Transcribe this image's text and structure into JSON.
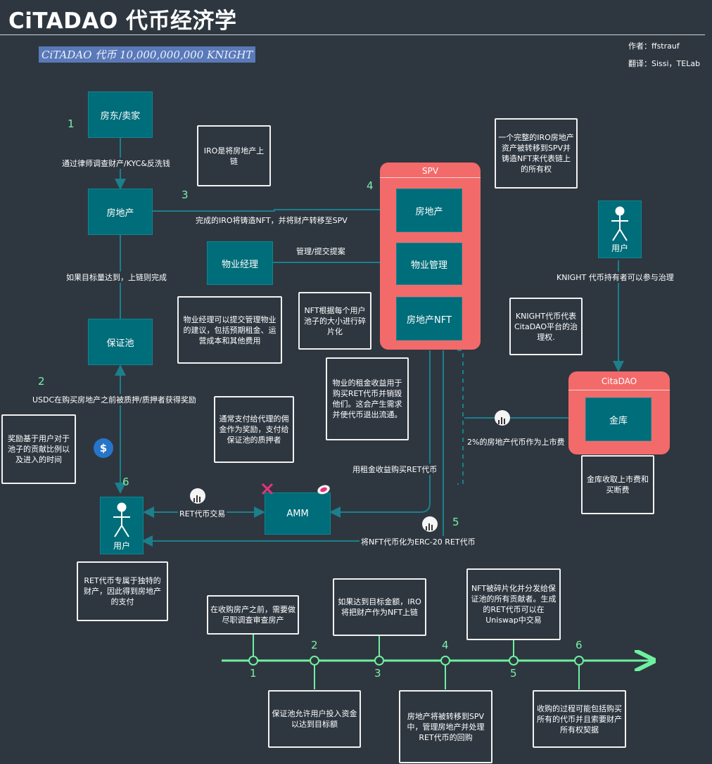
{
  "header": {
    "title": "CiTADAO 代币经济学",
    "subtitle": "CiTADAO  代币 10,000,000,000 KNIGHT",
    "author": "作者：ffstrauf",
    "translator": "翻译：Sissi，TELab"
  },
  "nodes": {
    "landlord": "房东/卖家",
    "real_estate": "房地产",
    "guarantee_pool": "保证池",
    "property_manager": "物业经理",
    "spv_title": "SPV",
    "spv_real_estate": "房地产",
    "spv_property_mgmt": "物业管理",
    "spv_nft": "房地产NFT",
    "amm": "AMM",
    "user_left": "用户",
    "user_right": "用户",
    "citadao_title": "CitaDAO",
    "treasury": "金库"
  },
  "steps": {
    "s1": "1",
    "s2": "2",
    "s3": "3",
    "s4": "4",
    "s5": "5",
    "s6": "6"
  },
  "edge_labels": {
    "kyc": "通过律师调查财产/KYC&反洗钱",
    "iro_done": "完成的IRO将铸造NFT，并将财产转移至SPV",
    "manage": "管理/提交提案",
    "target_reached": "如果目标量达到，上链则完成",
    "usdc_stake": "USDC在购买房地产之前被质押/质押者获得奖励",
    "governance": "KNIGHT 代币持有者可以参与治理",
    "listing_fee": "2%的房地产代币作为上市费",
    "buy_ret": "用租金收益购买RET代币",
    "ret_trade": "RET代币交易",
    "nft_erc20": "将NFT代币化为ERC-20 RET代币"
  },
  "notes": {
    "iro": "IRO是将房地产上链",
    "spv_nft": "一个完整的IRO房地产资产被转移到SPV并铸造NFT来代表链上的所有权",
    "pm_proposal": "物业经理可以提交管理物业的建议，包括预期租金、运营成本和其他费用",
    "nft_fraction": "NFT根据每个用户池子的大小进行碎片化",
    "knight": "KNIGHT代币代表CitaDAO平台的治理权.",
    "rent": "物业的租金收益用于购买RET代币并销毁他们。这会产生需求并使代币退出流通。",
    "commission": "通常支付给代理的佣金作为奖励，支付给保证池的质押者",
    "reward": "奖励基于用户对于池子的贡献比例以及进入的时间",
    "treasury_fee": "金库收取上市费和买断费",
    "ret_exclusive": "RET代币专属于独特的财产，因此得到房地产的支付"
  },
  "timeline": {
    "labels": [
      "1",
      "2",
      "3",
      "4",
      "5",
      "6"
    ],
    "above": [
      "在收购房产之前，需要做尽职调查审查房产",
      "如果达到目标金额，IRO将把财产作为NFT上链",
      "NFT被碎片化并分发给保证池的所有贡献者。生成的RET代币可以在Uniswap中交易"
    ],
    "below": [
      "保证池允许用户投入资金以达到目标额",
      "房地产将被转移到SPV中，管理房地产并处理RET代币的回购",
      "收购的过程可能包括购买所有的代币并且索要财产所有权契据"
    ]
  },
  "colors": {
    "background": "#2e3740",
    "teal_box": "#006d7a",
    "arrow": "#1b7f8c",
    "container": "#f36a6a",
    "timeline": "#6ff0a0",
    "step_number": "#7cf0a8",
    "subtitle_highlight": "#5a79b8"
  }
}
